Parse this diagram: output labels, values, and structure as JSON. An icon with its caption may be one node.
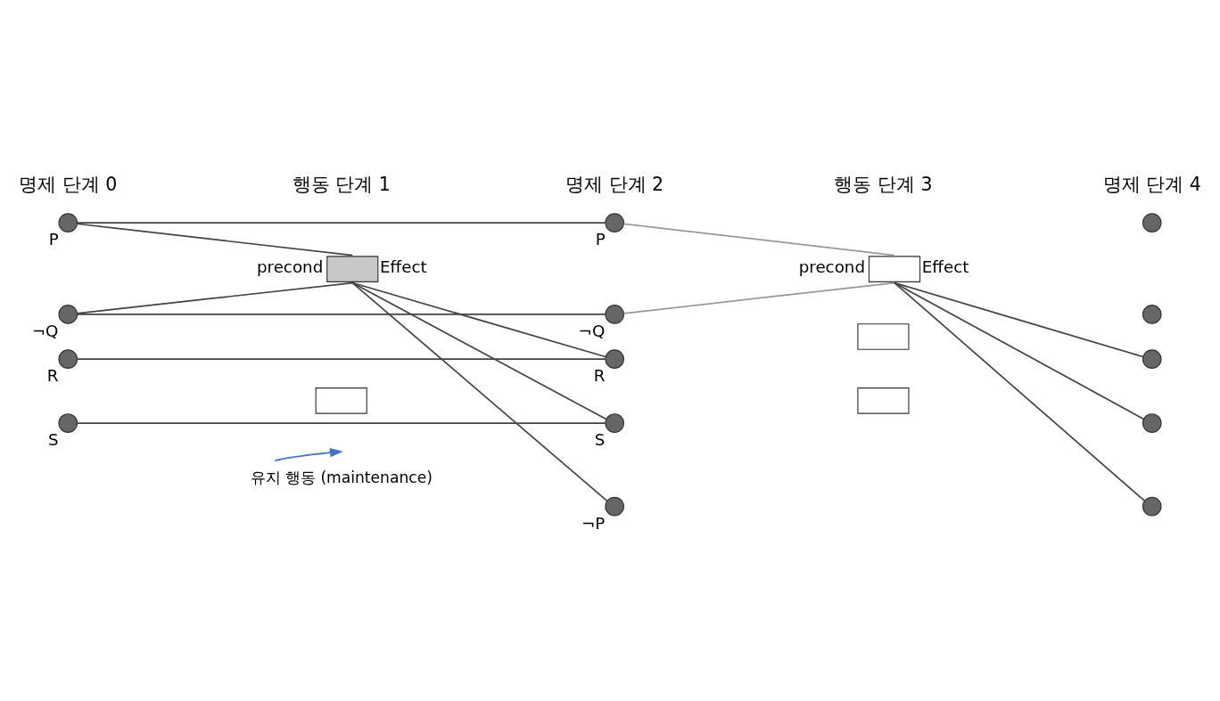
{
  "diagram": {
    "nodes": [
      {
        "text": [],
        "shape": "circle",
        "beside": [
          "P"
        ]
      },
      {
        "text": [],
        "shape": "circle",
        "beside": [
          "¬Q"
        ]
      },
      {
        "text": [],
        "shape": "circle",
        "beside": [
          "R"
        ]
      },
      {
        "text": [],
        "shape": "circle",
        "beside": [
          "S"
        ]
      },
      {
        "text": [],
        "shape": "box",
        "beside": [
          "precond",
          "Effect"
        ]
      },
      {
        "text": [],
        "shape": "box"
      },
      {
        "text": [],
        "shape": "circle",
        "beside": [
          "P"
        ]
      },
      {
        "text": [],
        "shape": "circle",
        "beside": [
          "¬Q"
        ]
      },
      {
        "text": [],
        "shape": "circle",
        "beside": [
          "R"
        ]
      },
      {
        "text": [],
        "shape": "circle",
        "beside": [
          "S"
        ]
      },
      {
        "text": [],
        "shape": "circle",
        "beside": [
          "¬P"
        ]
      },
      {
        "text": [],
        "shape": "box",
        "beside": [
          "precond",
          "Effect"
        ]
      },
      {
        "text": [],
        "shape": "box"
      },
      {
        "text": [],
        "shape": "box"
      },
      {
        "text": [],
        "shape": "circle"
      },
      {
        "text": [],
        "shape": "circle"
      },
      {
        "text": [],
        "shape": "circle"
      },
      {
        "text": [],
        "shape": "circle"
      },
      {
        "text": [],
        "shape": "circle"
      },
      {
        "text": [
          "유지 행동 (maintenance)"
        ]
      }
    ],
    "edges": [
      {
        "from": 0,
        "to": 6,
        "arrow": "none"
      },
      {
        "from": 0,
        "to": 4,
        "arrow": "none"
      },
      {
        "from": 1,
        "to": 4,
        "arrow": "none"
      },
      {
        "from": 1,
        "to": 7,
        "arrow": "none"
      },
      {
        "from": 2,
        "to": 8,
        "arrow": "none"
      },
      {
        "from": 3,
        "to": 9,
        "arrow": "none"
      },
      {
        "from": 4,
        "to": 8,
        "arrow": "none"
      },
      {
        "from": 4,
        "to": 9,
        "arrow": "none"
      },
      {
        "from": 4,
        "to": 10,
        "arrow": "none"
      },
      {
        "from": 6,
        "to": 11,
        "arrow": "none",
        "color": "#999999"
      },
      {
        "from": 7,
        "to": 11,
        "arrow": "none",
        "color": "#999999"
      },
      {
        "from": 11,
        "to": 16,
        "arrow": "none"
      },
      {
        "from": 11,
        "to": 17,
        "arrow": "none"
      },
      {
        "from": 11,
        "to": 18,
        "arrow": "none"
      },
      {
        "from": 19,
        "to": null,
        "arrow": "to",
        "color": "#4472c4"
      }
    ],
    "labels": [
      "명제 단계 0",
      "행동 단계 1",
      "명제 단계 2",
      "행동 단계 3",
      "명제 단계 4"
    ]
  }
}
